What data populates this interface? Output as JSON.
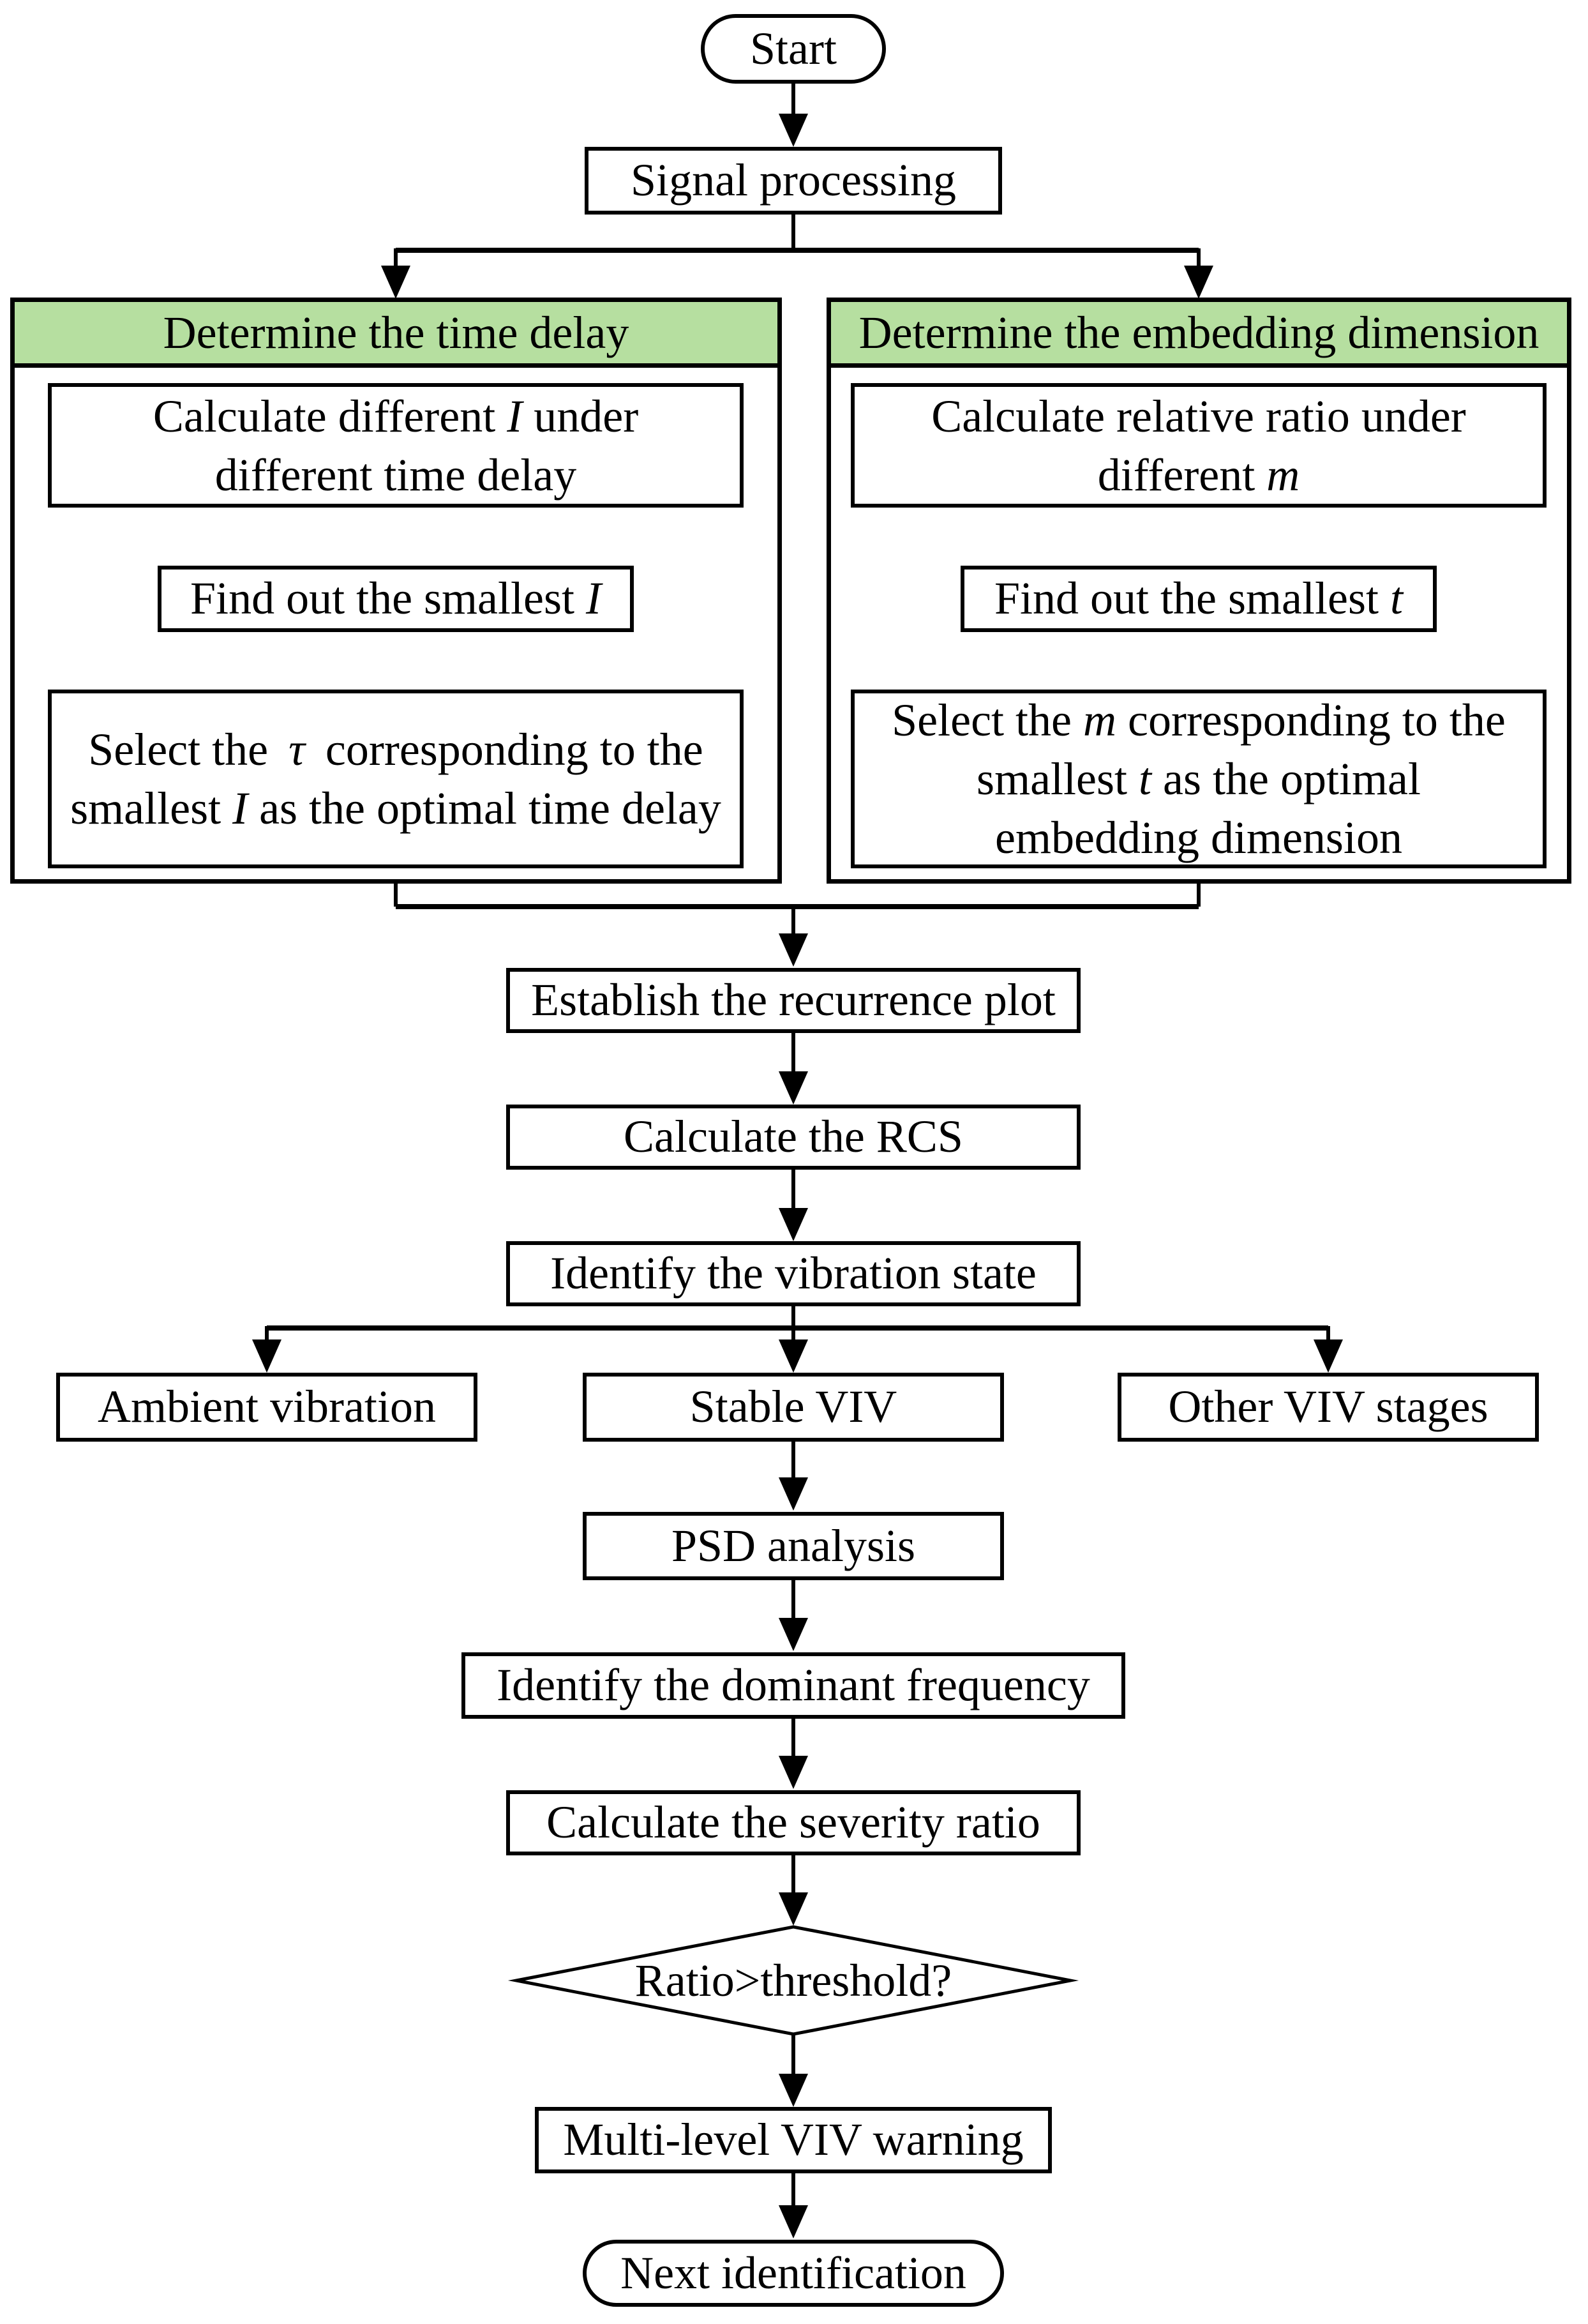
{
  "colors": {
    "header_fill": "#b6dfa0",
    "line": "#000000",
    "node_fill": "#ffffff"
  },
  "nodes": {
    "start": {
      "label": "Start"
    },
    "signal": {
      "label": "Signal processing"
    },
    "left": {
      "header": "Determine the time delay",
      "step1": {
        "l1a": "Calculate different ",
        "l1b": "I",
        "l1c": " under",
        "l2": "different time delay"
      },
      "step2": {
        "a": "Find out the smallest ",
        "b": "I"
      },
      "step3": {
        "l1a": "Select the ",
        "l1b": "τ",
        "l1c": " corresponding to the",
        "l2a": "smallest ",
        "l2b": "I",
        "l2c": " as the optimal time delay"
      }
    },
    "right": {
      "header": "Determine the embedding dimension",
      "step1": {
        "l1": "Calculate relative ratio under",
        "l2a": "different ",
        "l2b": "m"
      },
      "step2": {
        "a": "Find out the smallest ",
        "b": "t"
      },
      "step3": {
        "l1a": "Select the ",
        "l1b": "m",
        "l1c": " corresponding to the",
        "l2a": "smallest ",
        "l2b": "t",
        "l2c": " as the optimal",
        "l3": "embedding dimension"
      }
    },
    "recurrence": {
      "label": "Establish the recurrence plot"
    },
    "rcs": {
      "label": "Calculate the RCS"
    },
    "vibration": {
      "label": "Identify the vibration state"
    },
    "ambient": {
      "label": "Ambient vibration"
    },
    "stable": {
      "label": "Stable VIV"
    },
    "other": {
      "label": "Other VIV stages"
    },
    "psd": {
      "label": "PSD analysis"
    },
    "dominant": {
      "label": "Identify the dominant frequency"
    },
    "severity": {
      "label": "Calculate the severity ratio"
    },
    "decision": {
      "label": "Ratio>threshold?"
    },
    "warning": {
      "label": "Multi-level VIV warning"
    },
    "next": {
      "label": "Next identification"
    }
  }
}
